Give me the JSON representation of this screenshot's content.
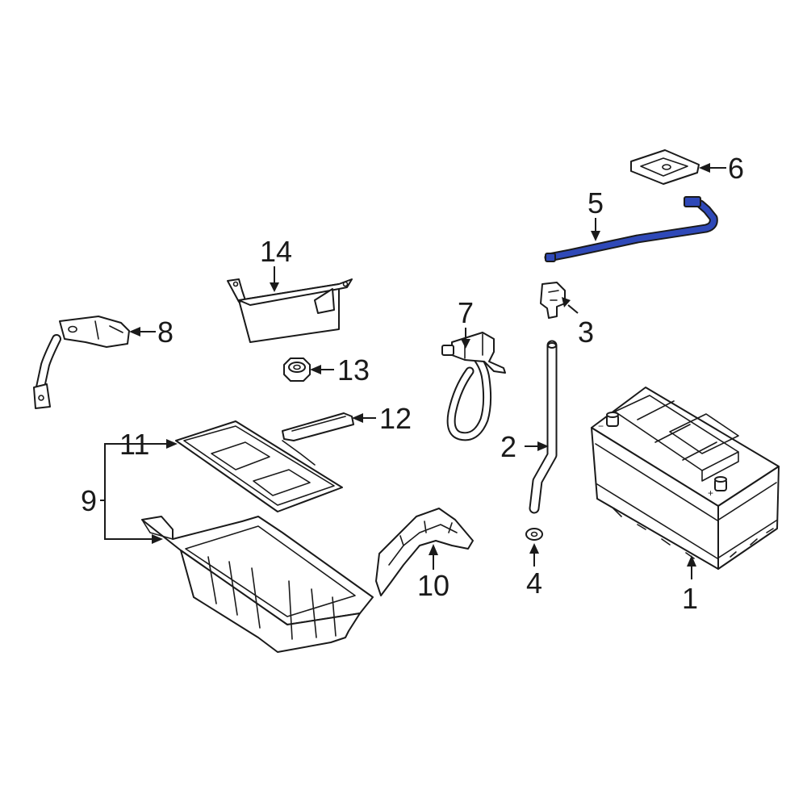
{
  "diagram": {
    "highlight_color": "#2f49b8",
    "callouts": [
      "1",
      "2",
      "3",
      "4",
      "5",
      "6",
      "7",
      "8",
      "9",
      "10",
      "11",
      "12",
      "13",
      "14"
    ]
  }
}
